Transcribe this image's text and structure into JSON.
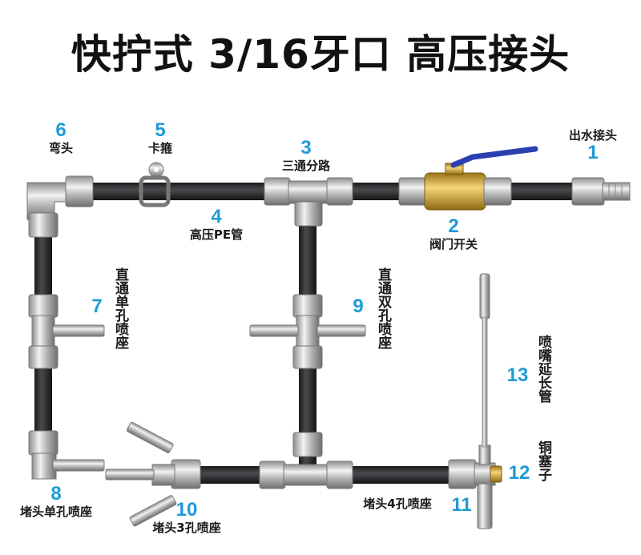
{
  "title": "快拧式 3/16牙口 高压接头",
  "parts": {
    "p1": {
      "num": "1",
      "text": "出水接头"
    },
    "p2": {
      "num": "2",
      "text": "阀门开关"
    },
    "p3": {
      "num": "3",
      "text": "三通分路"
    },
    "p4": {
      "num": "4",
      "text": "高压PE管"
    },
    "p5": {
      "num": "5",
      "text": "卡箍"
    },
    "p6": {
      "num": "6",
      "text": "弯头"
    },
    "p7": {
      "num": "7",
      "text": "直通单孔喷座"
    },
    "p8": {
      "num": "8",
      "text": "堵头单孔喷座"
    },
    "p9": {
      "num": "9",
      "text": "直通双孔喷座"
    },
    "p10": {
      "num": "10",
      "text": "堵头3孔喷座"
    },
    "p11": {
      "num": "11",
      "text": "堵头4孔喷座"
    },
    "p12": {
      "num": "12",
      "text": "铜塞子"
    },
    "p13": {
      "num": "13",
      "text": "喷嘴延长管"
    }
  },
  "colors": {
    "accent": "#1e9bd7",
    "pipe": "#2b2b2e",
    "metal": "#c9c9c9",
    "brass": "#d4a437",
    "handle": "#2a3fb0"
  }
}
